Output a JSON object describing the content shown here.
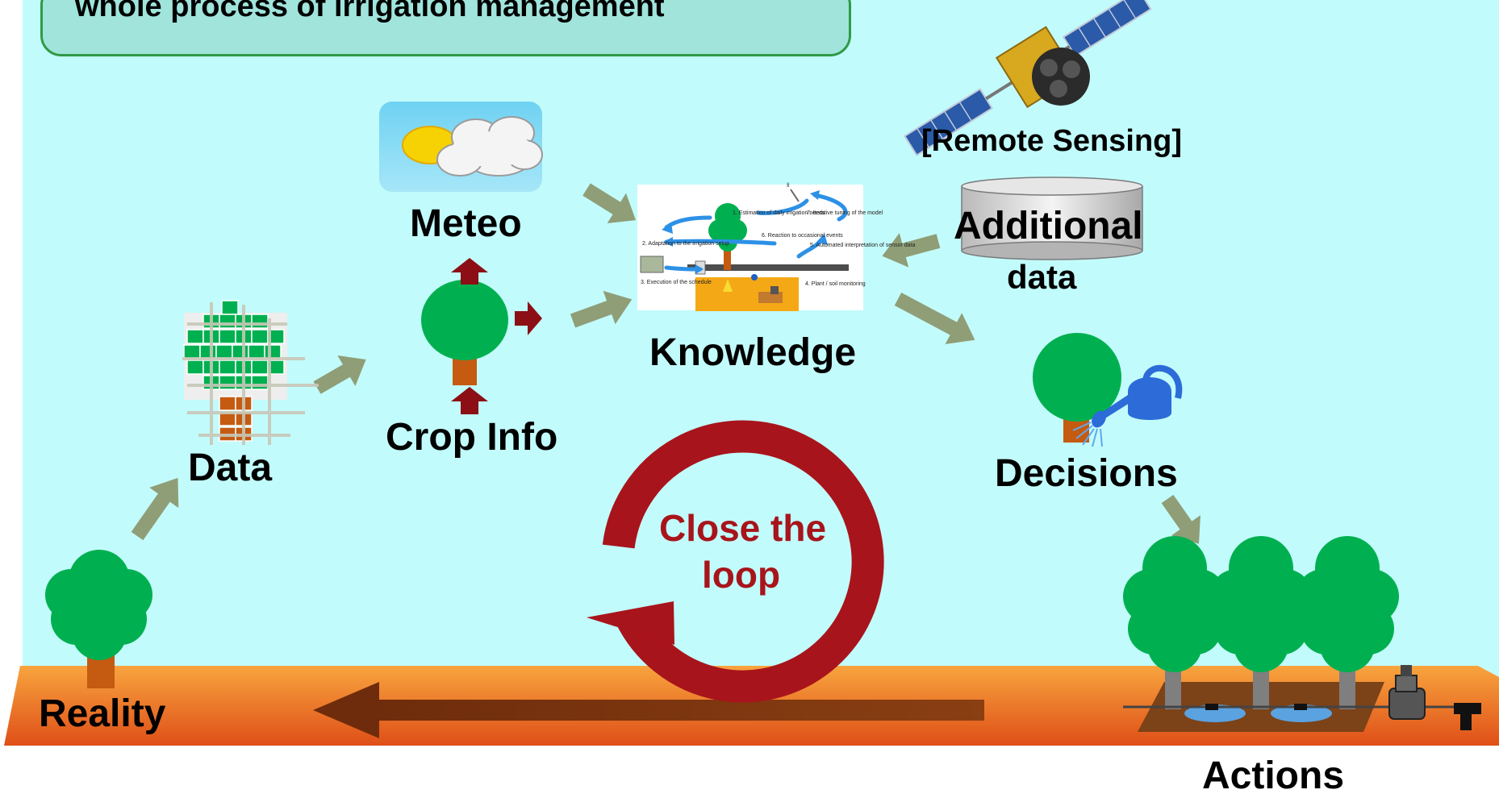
{
  "header": {
    "title": "whole process of irrigation management"
  },
  "labels": {
    "reality": "Reality",
    "data": "Data",
    "crop_info": "Crop Info",
    "meteo": "Meteo",
    "knowledge": "Knowledge",
    "remote_sensing": "[Remote Sensing]",
    "additional": "Additional",
    "additional_data": "data",
    "decisions": "Decisions",
    "actions": "Actions"
  },
  "loop": {
    "line1": "Close the",
    "line2": "loop"
  },
  "knowledge_diagram": {
    "step1": "1. Estimation of daily irrigation needs",
    "step2": "2. Adaptation to the irrigation setup",
    "step3": "3. Execution of the schedule",
    "step4": "4. Plant / soil monitoring",
    "step5": "5. Automated interpretation of sensor data",
    "step6": "6. Reaction to occasional events",
    "step7": "7. Iterative tuning of the model"
  },
  "colors": {
    "sky": "#c2fbfb",
    "ground_top": "#f7a03c",
    "ground_bottom": "#e0531a",
    "tree_green": "#00b050",
    "trunk": "#c55a11",
    "arrow_green": "#8f9e77",
    "loop_red": "#a8141b"
  }
}
